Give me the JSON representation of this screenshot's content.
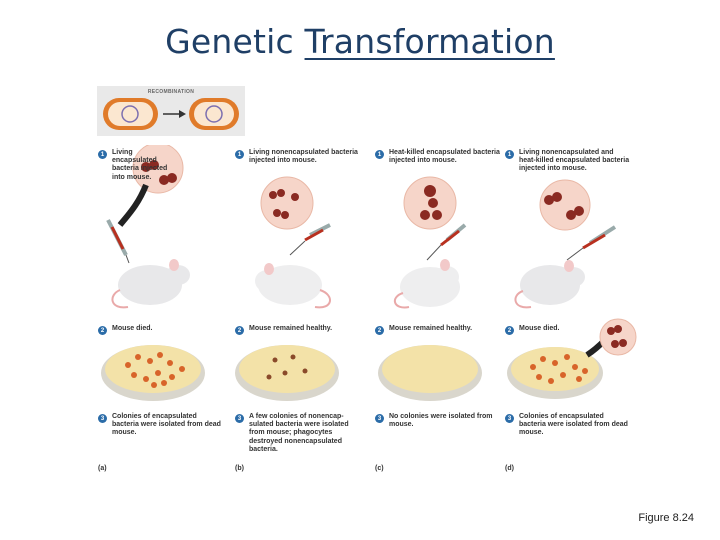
{
  "title": {
    "word1": "Genetic",
    "word2": "Transformation"
  },
  "figure_caption": "Figure 8.24",
  "inset": {
    "label": "RECOMBINATION"
  },
  "panels": [
    {
      "step1": "Living encapsulated bacteria injected into mouse.",
      "step2": "Mouse died.",
      "step3": "Colonies of encapsulated bacteria were isolated from dead mouse.",
      "letter": "(a)"
    },
    {
      "step1": "Living nonencapsulated bacteria injected into mouse.",
      "step2": "Mouse remained healthy.",
      "step3": "A few colonies of nonencap-sulated bacteria were isolated from mouse; phagocytes destroyed nonencapsulated bacteria.",
      "letter": "(b)"
    },
    {
      "step1": "Heat-killed encapsulated bacteria injected into mouse.",
      "step2": "Mouse remained healthy.",
      "step3": "No colonies were isolated from mouse.",
      "letter": "(c)"
    },
    {
      "step1": "Living nonencapsulated and heat-killed encapsulated bacteria injected into mouse.",
      "step2": "Mouse died.",
      "step3": "Colonies of encapsulated bacteria were isolated from dead mouse.",
      "letter": "(d)"
    }
  ],
  "step_numbers": {
    "one": "1",
    "two": "2",
    "three": "3"
  },
  "colors": {
    "title": "#1f3f66",
    "step_badge": "#2b6ca8",
    "agar": "#f3e2a8",
    "colony": "#d8642a",
    "bacteria": "#8a2a22",
    "syringe_liquid": "#b8301f"
  }
}
